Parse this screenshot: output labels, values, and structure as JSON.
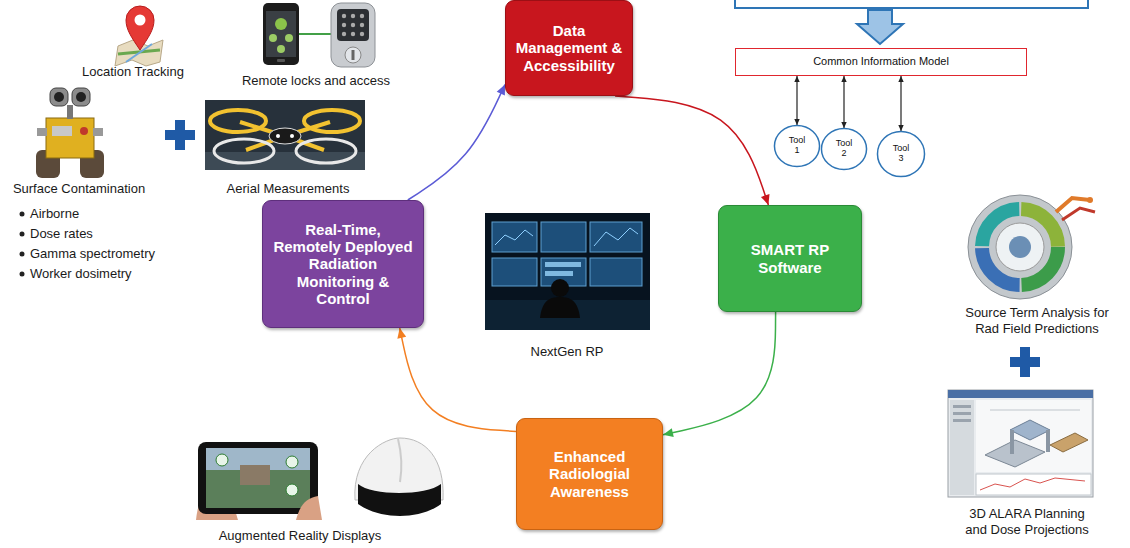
{
  "diagram": {
    "nodes": [
      {
        "text": [
          "Data Management & Accessibility"
        ]
      },
      {
        "text": [
          "Common Information Model"
        ]
      },
      {
        "text": [
          "Tool 1"
        ]
      },
      {
        "text": [
          "Tool 2"
        ]
      },
      {
        "text": [
          "Tool 3"
        ]
      },
      {
        "text": [
          "Real-Time, Remotely Deployed Radiation Monitoring & Control"
        ]
      },
      {
        "text": [
          "SMART RP Software"
        ]
      },
      {
        "text": [
          "Enhanced Radiologial Awareness"
        ]
      }
    ],
    "edges": [
      {
        "from": 1,
        "to": 2,
        "arrow": "both"
      },
      {
        "from": 1,
        "to": 3,
        "arrow": "both"
      },
      {
        "from": 1,
        "to": 4,
        "arrow": "both"
      },
      {
        "from": 5,
        "to": 0,
        "arrow": "to"
      },
      {
        "from": 0,
        "to": 6,
        "arrow": "to"
      },
      {
        "from": 6,
        "to": 7,
        "arrow": "to"
      },
      {
        "from": 7,
        "to": 5,
        "arrow": "to"
      }
    ],
    "labels": [
      "Location Tracking",
      "Remote locks and access",
      "Surface Contamination",
      "Aerial Measurements",
      "Airborne",
      "Dose rates",
      "Gamma spectrometry",
      "Worker dosimetry",
      "NextGen RP",
      "Source Term Analysis for Rad Field Predictions",
      "3D ALARA Planning and Dose Projections",
      "Augmented Reality Displays"
    ]
  }
}
